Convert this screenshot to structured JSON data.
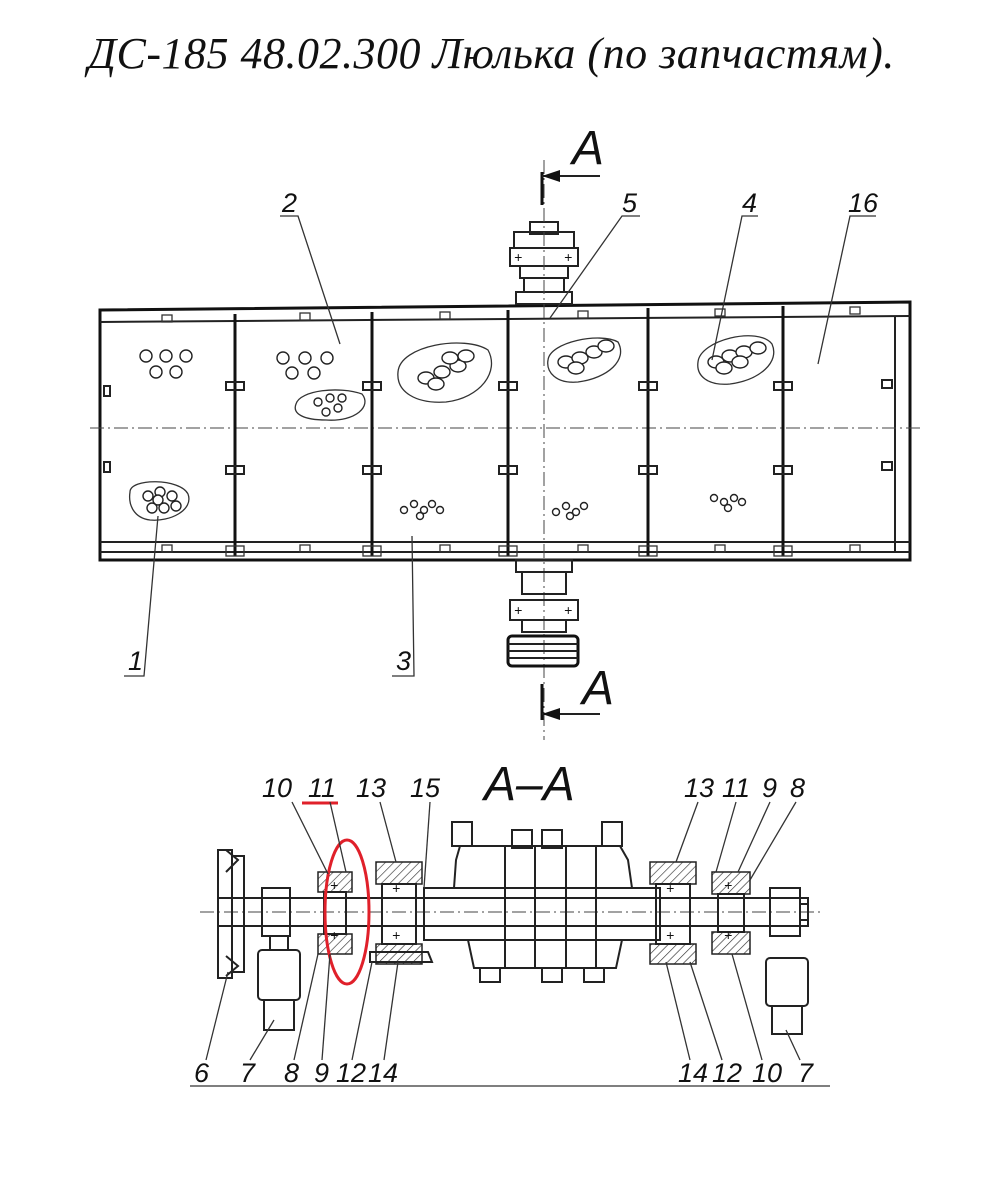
{
  "title": "ДС-185 48.02.300 Люлька (по запчастям).",
  "section_marks": {
    "top": "А",
    "bottom": "А",
    "view": "А–А"
  },
  "plan_labels": {
    "p1": "1",
    "p2": "2",
    "p3": "3",
    "p4": "4",
    "p5": "5",
    "p16": "16"
  },
  "section_labels_top": {
    "l10": "10",
    "l11": "11",
    "l13a": "13",
    "l15": "15",
    "r13": "13",
    "r11": "11",
    "r9": "9",
    "r8": "8"
  },
  "section_labels_bottom": {
    "l6": "6",
    "l7": "7",
    "l8": "8",
    "l9": "9",
    "l12": "12",
    "l14": "14",
    "r14": "14",
    "r12": "12",
    "r10": "10",
    "r7": "7"
  },
  "colors": {
    "ink": "#111111",
    "highlight": "#e0202a",
    "paper": "#ffffff"
  }
}
